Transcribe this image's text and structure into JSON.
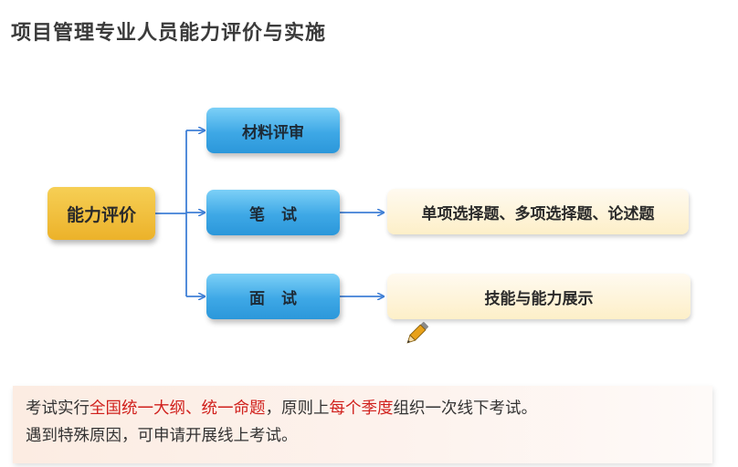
{
  "title": "项目管理专业人员能力评价与实施",
  "diagram": {
    "root": "能力评价",
    "branches": [
      {
        "label": "材料评审"
      },
      {
        "label": "笔试",
        "detail": "单项选择题、多项选择题、论述题"
      },
      {
        "label": "面试",
        "detail": "技能与能力展示"
      }
    ]
  },
  "note": {
    "line1": [
      {
        "text": "考试实行",
        "highlight": false
      },
      {
        "text": "全国统一大纲、统一命题",
        "highlight": true
      },
      {
        "text": "，原则上",
        "highlight": false
      },
      {
        "text": "每个季度",
        "highlight": true
      },
      {
        "text": "组织一次线下考试。",
        "highlight": false
      }
    ],
    "line2": "遇到特殊原因，可申请开展线上考试。"
  },
  "colors": {
    "connector": "#3f7fd6",
    "root_fill": "#f0bd3a",
    "branch_fill": "#3ea8e6",
    "detail_fill": "#fdefc8",
    "highlight_text": "#d0201c"
  },
  "icons": [
    "pencil-icon"
  ]
}
